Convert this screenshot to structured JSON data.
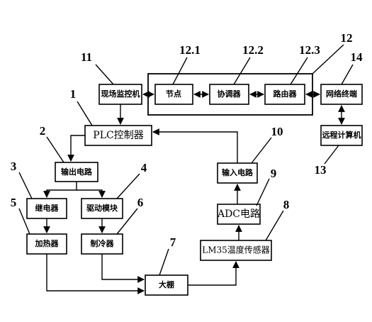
{
  "blocks": {
    "site_monitor": "现场监控机",
    "node": "节点",
    "coordinator": "协调器",
    "router": "路由器",
    "network_terminal": "网络终端",
    "remote_computer": "远程计算机",
    "plc": "PLC控制器",
    "output_circuit": "输出电路",
    "relay": "继电器",
    "drive_module": "驱动模块",
    "heater": "加热器",
    "cooler": "制冷器",
    "greenhouse": "大棚",
    "input_circuit": "输入电路",
    "adc": "ADC电路",
    "lm35": "LM35温度传感器"
  },
  "callouts": {
    "n1": "1",
    "n2": "2",
    "n3": "3",
    "n4": "4",
    "n5": "5",
    "n6": "6",
    "n7": "7",
    "n8": "8",
    "n9": "9",
    "n10": "10",
    "n11": "11",
    "n12": "12",
    "n12_1": "12.1",
    "n12_2": "12.2",
    "n12_3": "12.3",
    "n13": "13",
    "n14": "14"
  }
}
